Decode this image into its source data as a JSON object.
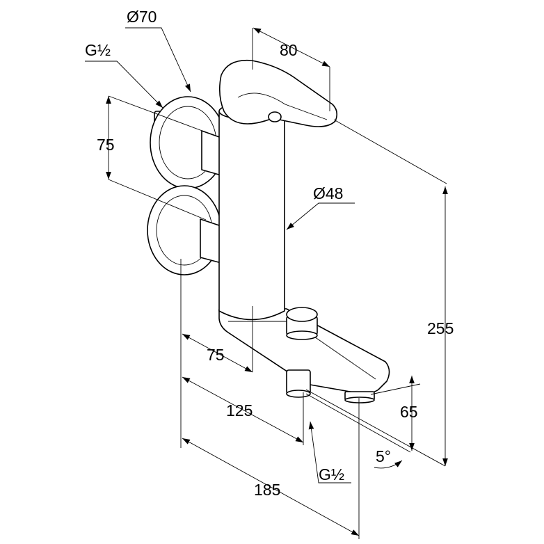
{
  "labels": {
    "dia70": "Ø70",
    "g12_top": "G½",
    "d75_vertical": "75",
    "d80": "80",
    "dia48": "Ø48",
    "d255": "255",
    "d75_horizontal": "75",
    "d125": "125",
    "d65": "65",
    "d185": "185",
    "g12_bottom": "G½",
    "angle5": "5°"
  },
  "colors": {
    "line": "#000000",
    "background": "#ffffff"
  }
}
